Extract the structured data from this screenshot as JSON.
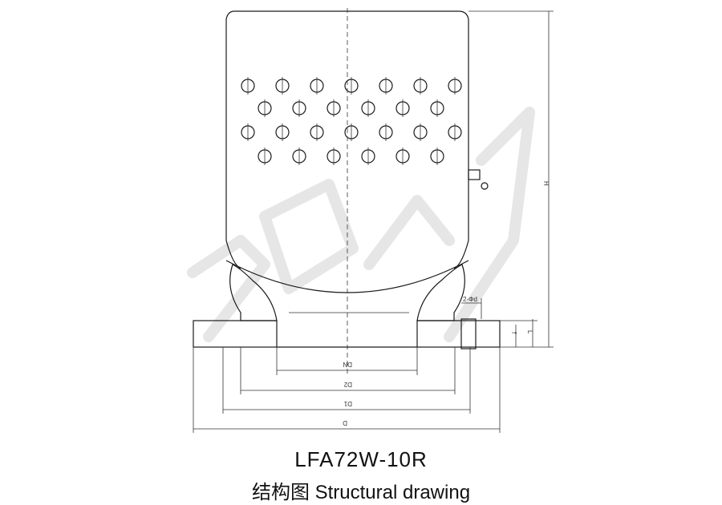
{
  "caption": {
    "model": "LFA72W-10R",
    "subtitle": "结构图 Structural drawing"
  },
  "dimensions": {
    "H": "H",
    "L": "L",
    "f": "f",
    "DN": "DN",
    "D2": "D2",
    "D1": "D1",
    "D": "D",
    "bolt": "2-Φd"
  },
  "colors": {
    "line": "#1a1a1a",
    "watermark": "#e6e6e6"
  }
}
